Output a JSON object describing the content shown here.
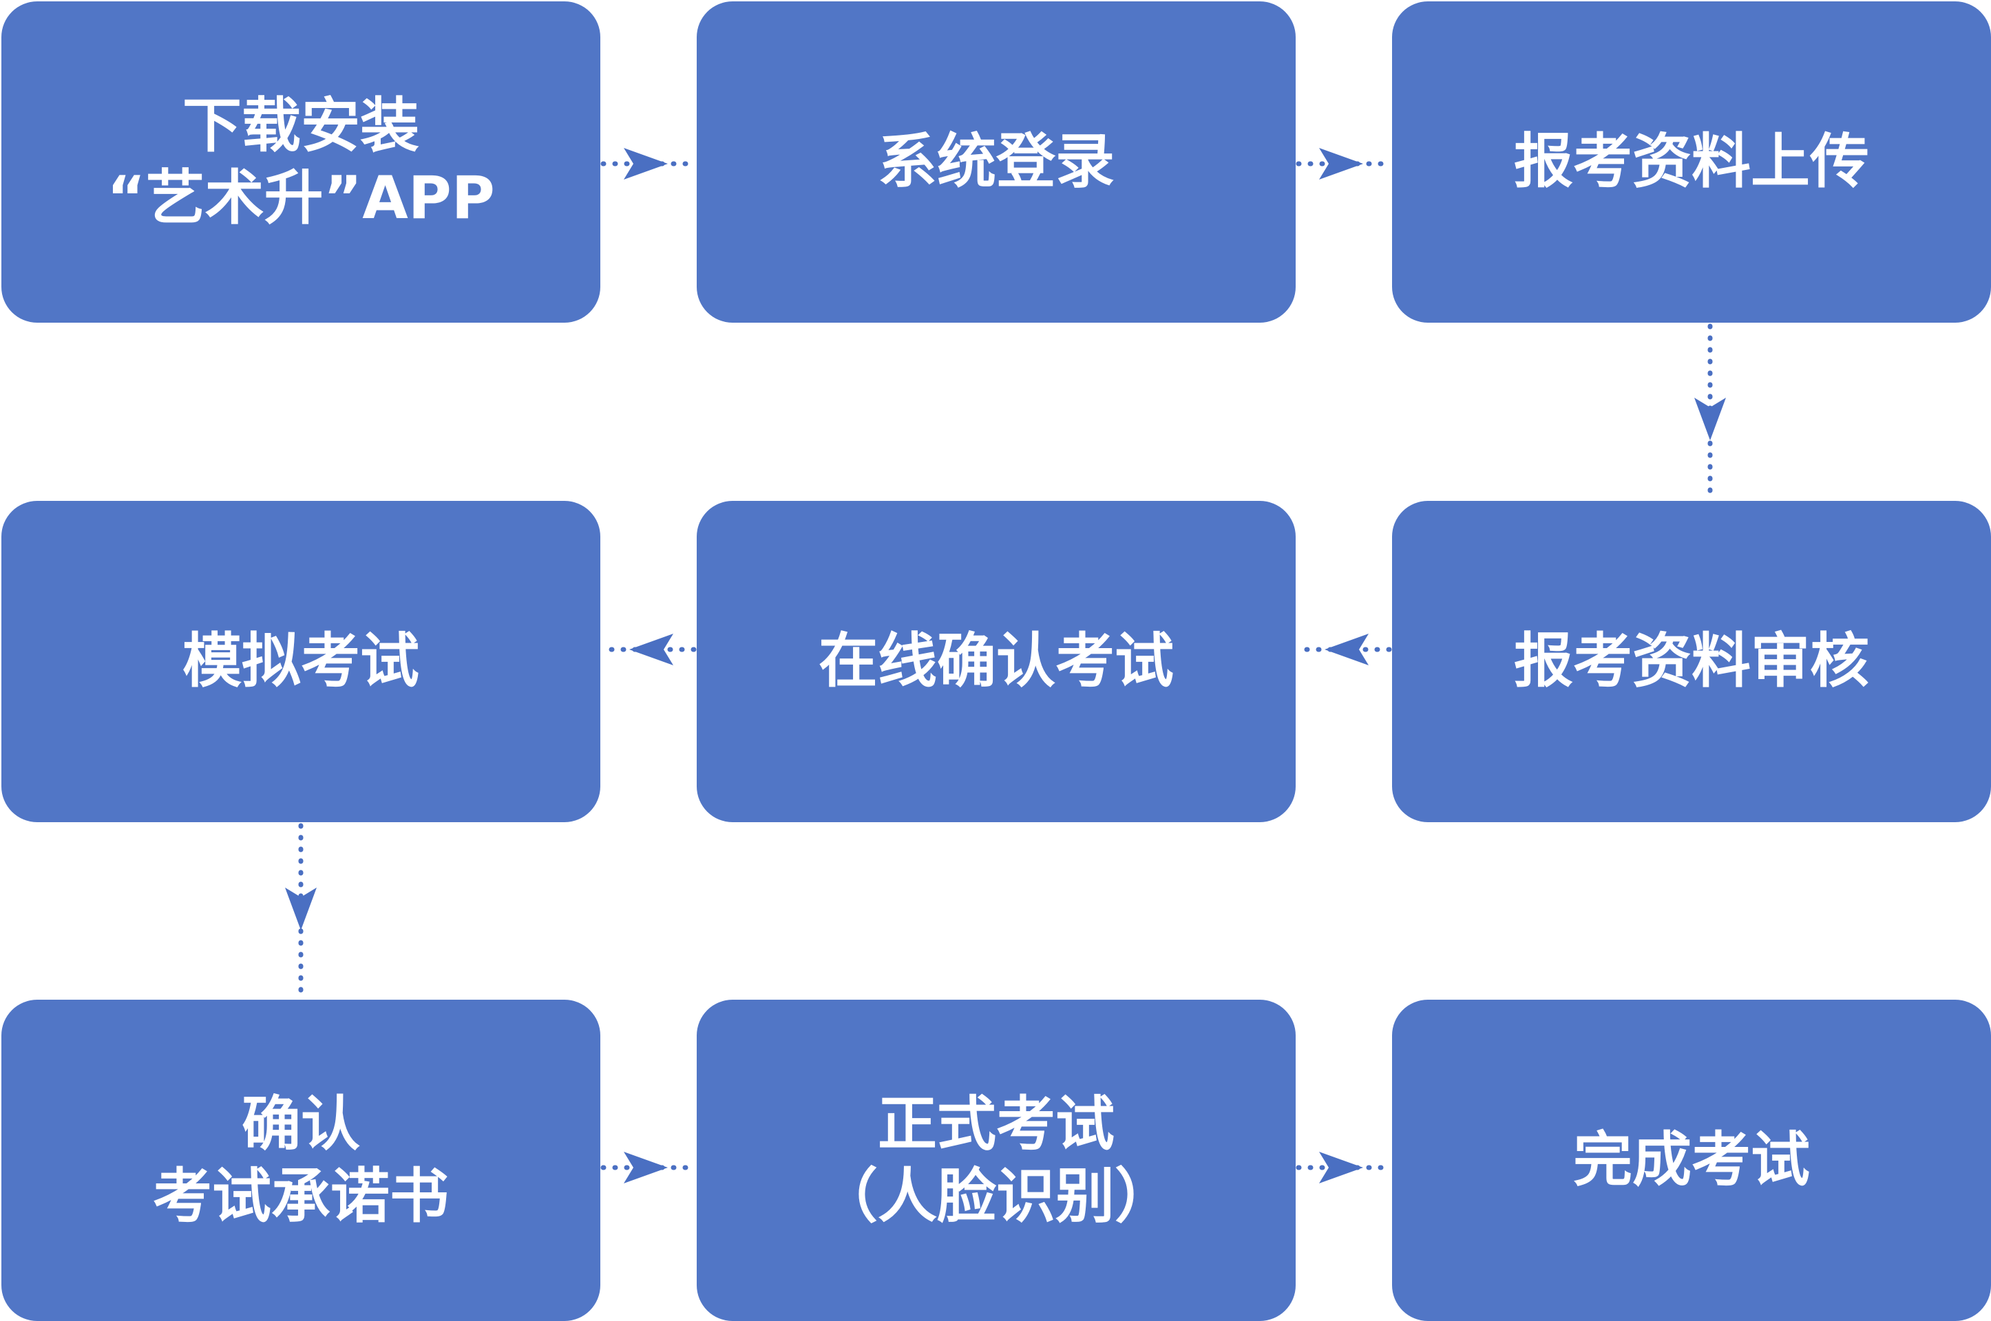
{
  "colors": {
    "node_fill": "#5176c6",
    "node_text": "#ffffff",
    "connector": "#4a6fc2",
    "background": "#ffffff"
  },
  "nodes": [
    {
      "lines": [
        "下载安装",
        "“艺术升”APP"
      ]
    },
    {
      "lines": [
        "系统登录"
      ]
    },
    {
      "lines": [
        "报考资料上传"
      ]
    },
    {
      "lines": [
        "报考资料审核"
      ]
    },
    {
      "lines": [
        "在线确认考试"
      ]
    },
    {
      "lines": [
        "模拟考试"
      ]
    },
    {
      "lines": [
        "确认",
        "考试承诺书"
      ]
    },
    {
      "lines": [
        "正式考试",
        "（人脸识别）"
      ]
    },
    {
      "lines": [
        "完成考试"
      ]
    }
  ],
  "flow": [
    {
      "from": 0,
      "to": 1,
      "direction": "right"
    },
    {
      "from": 1,
      "to": 2,
      "direction": "right"
    },
    {
      "from": 2,
      "to": 3,
      "direction": "down"
    },
    {
      "from": 3,
      "to": 4,
      "direction": "left"
    },
    {
      "from": 4,
      "to": 5,
      "direction": "left"
    },
    {
      "from": 5,
      "to": 6,
      "direction": "down"
    },
    {
      "from": 6,
      "to": 7,
      "direction": "right"
    },
    {
      "from": 7,
      "to": 8,
      "direction": "right"
    }
  ]
}
